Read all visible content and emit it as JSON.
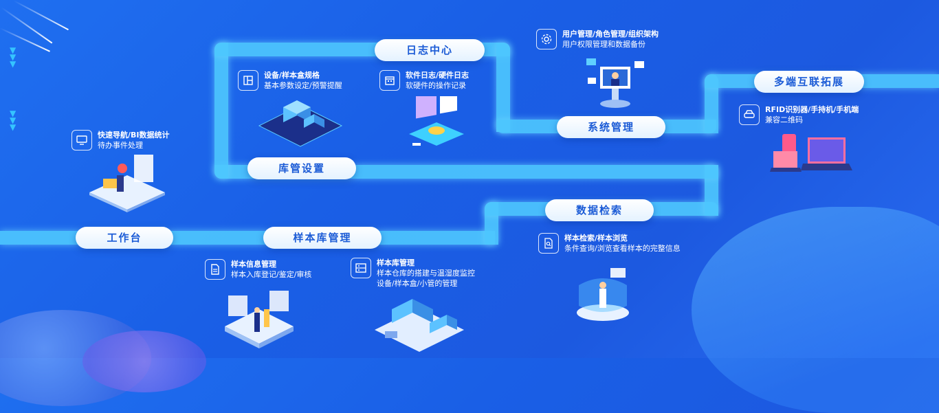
{
  "stages": {
    "workbench": "工作台",
    "sample_library": "样本库管理",
    "warehouse_settings": "库管设置",
    "log_center": "日志中心",
    "system_mgmt": "系统管理",
    "data_search": "数据检索",
    "multi_terminal": "多端互联拓展"
  },
  "features": {
    "nav": {
      "line1": "快速导航/BI数据统计",
      "line2": "待办事件处理",
      "icon": "monitor-icon"
    },
    "device": {
      "line1": "设备/样本盒规格",
      "line2": "基本参数设定/预警提醒",
      "icon": "layout-icon"
    },
    "log": {
      "line1": "软件日志/硬件日志",
      "line2": "软硬件的操作记录",
      "icon": "calendar-icon"
    },
    "user": {
      "line1": "用户管理/角色管理/组织架构",
      "line2": "用户权限管理和数据备份",
      "icon": "gear-icon"
    },
    "rfid": {
      "line1": "RFID识别器/手持机/手机端",
      "line2": "兼容二维码",
      "icon": "car-device-icon"
    },
    "sample_info": {
      "line1": "样本信息管理",
      "line2": "样本入库登记/鉴定/审核",
      "icon": "document-icon"
    },
    "sample_lib": {
      "line1": "样本库管理",
      "line2": "样本仓库的搭建与温湿度监控",
      "line3": "设备/样本盒/小管的管理",
      "icon": "storage-icon"
    },
    "search": {
      "line1": "样本检索/样本浏览",
      "line2": "条件查询/浏览查看样本的完整信息",
      "icon": "search-doc-icon"
    }
  },
  "colors": {
    "background": "#1c5fe6",
    "track": "#4ec8ff",
    "pill_text": "#1b5bd6"
  }
}
